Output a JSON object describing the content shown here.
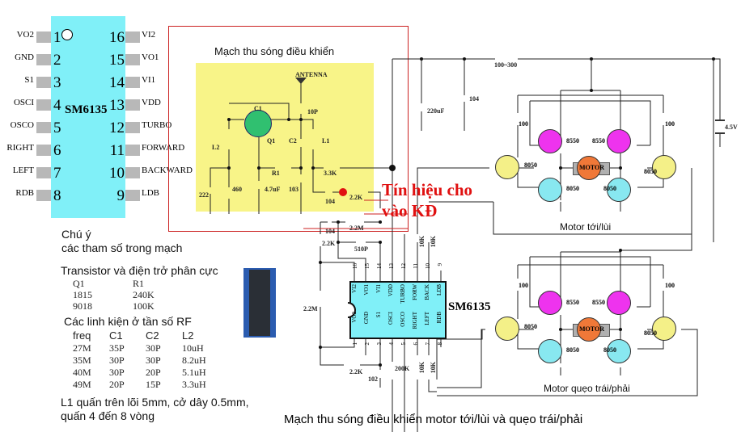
{
  "pinout": {
    "chip_name": "SM6135",
    "left_pins": [
      {
        "num": "1",
        "label": "VO2"
      },
      {
        "num": "2",
        "label": "GND"
      },
      {
        "num": "3",
        "label": "S1"
      },
      {
        "num": "4",
        "label": "OSCI"
      },
      {
        "num": "5",
        "label": "OSCO"
      },
      {
        "num": "6",
        "label": "RIGHT"
      },
      {
        "num": "7",
        "label": "LEFT"
      },
      {
        "num": "8",
        "label": "RDB"
      }
    ],
    "right_pins": [
      {
        "num": "16",
        "label": "VI2"
      },
      {
        "num": "15",
        "label": "VO1"
      },
      {
        "num": "14",
        "label": "VI1"
      },
      {
        "num": "13",
        "label": "VDD"
      },
      {
        "num": "12",
        "label": "TURBO"
      },
      {
        "num": "11",
        "label": "FORWARD"
      },
      {
        "num": "10",
        "label": "BACKWARD"
      },
      {
        "num": "9",
        "label": "LDB"
      }
    ]
  },
  "receiver": {
    "title": "Mạch thu sóng điều khiển",
    "labels": {
      "antenna": "ANTENNA",
      "c10p": "10P",
      "c1": "C1",
      "q1": "Q1",
      "c2": "C2",
      "l1": "L1",
      "l2": "L2",
      "r1": "R1",
      "r33k": "3.3K",
      "c222": "222",
      "r460": "460",
      "c47uf": "4.7uF",
      "c103": "103",
      "c104": "104",
      "r22k": "2.2K"
    }
  },
  "signal_annotation": {
    "line1": "Tín hiệu cho",
    "line2": "vào KĐ"
  },
  "power": {
    "r_supply": "100~300",
    "c220uf": "220uF",
    "c104": "104",
    "battery": "4.5V"
  },
  "hbridge_top": {
    "caption": "Motor tới/lùi",
    "r_left": "100",
    "r_right": "100",
    "pnp_left": "8550",
    "pnp_right": "8550",
    "npn_drive_left": "8050",
    "npn_drive_right": "8050",
    "npn_low_left": "8050",
    "npn_low_right": "8050",
    "motor": "MOTOR"
  },
  "hbridge_bottom": {
    "caption": "Motor quẹo trái/phải",
    "r_left": "100",
    "r_right": "100",
    "pnp_left": "8550",
    "pnp_right": "8550",
    "npn_drive_left": "8050",
    "npn_drive_right": "8050",
    "npn_low_left": "8050",
    "npn_low_right": "8050",
    "motor": "MOTOR"
  },
  "decoder": {
    "chip_name": "SM6135",
    "top_pins": [
      {
        "num": "16",
        "label": "VI2"
      },
      {
        "num": "15",
        "label": "VO1"
      },
      {
        "num": "14",
        "label": "VI1"
      },
      {
        "num": "13",
        "label": "VDD"
      },
      {
        "num": "12",
        "label": "TURBO"
      },
      {
        "num": "11",
        "label": "FORW"
      },
      {
        "num": "10",
        "label": "BACK"
      },
      {
        "num": "9",
        "label": "LDB"
      }
    ],
    "bottom_pins": [
      {
        "num": "1",
        "label": "VO2"
      },
      {
        "num": "2",
        "label": "GND"
      },
      {
        "num": "3",
        "label": "S1"
      },
      {
        "num": "4",
        "label": "OSCI"
      },
      {
        "num": "5",
        "label": "OSCO"
      },
      {
        "num": "6",
        "label": "RIGHT"
      },
      {
        "num": "7",
        "label": "LEFT"
      },
      {
        "num": "8",
        "label": "RDB"
      }
    ],
    "labels": {
      "c104": "104",
      "r22m_top": "2.2M",
      "r22k_left": "2.2K",
      "c510p": "510P",
      "r22m_left": "2.2M",
      "r22k_bottom": "2.2K",
      "c102": "102",
      "r200k": "200K",
      "r10k_a": "10K",
      "r10k_b": "10K",
      "r10k_c": "10K",
      "r10k_d": "10K"
    }
  },
  "notes": {
    "heading1": "Chú ý",
    "heading2": "các tham số trong mạch",
    "transistor_title": "Transistor và điện trở phân cực",
    "transistor_table": {
      "headers": [
        "Q1",
        "R1"
      ],
      "rows": [
        [
          "1815",
          "240K"
        ],
        [
          "9018",
          "100K"
        ]
      ]
    },
    "rf_title": "Các linh kiện ở tần số RF",
    "rf_table": {
      "headers": [
        "freq",
        "C1",
        "C2",
        "L2"
      ],
      "rows": [
        [
          "27M",
          "35P",
          "30P",
          "10uH"
        ],
        [
          "35M",
          "30P",
          "30P",
          "8.2uH"
        ],
        [
          "40M",
          "30P",
          "20P",
          "5.1uH"
        ],
        [
          "49M",
          "20P",
          "15P",
          "3.3uH"
        ]
      ]
    },
    "l1_line1": "L1 quấn trên lõi 5mm, cở dây 0.5mm,",
    "l1_line2": "quấn 4 đến 8 vòng"
  },
  "main_caption": "Mạch thu sóng điều khiển motor tới/lùi và quẹo trái/phải",
  "colors": {
    "chip_fill": "#80f0f8",
    "receiver_bg": "#f8f488",
    "frame_red": "#cc2222",
    "signal_text": "#e01010",
    "pnp": "#ee33ee",
    "npn_drive": "#f4f088",
    "npn_low": "#88e8f0",
    "motor": "#f07838",
    "q1": "#30c070"
  }
}
